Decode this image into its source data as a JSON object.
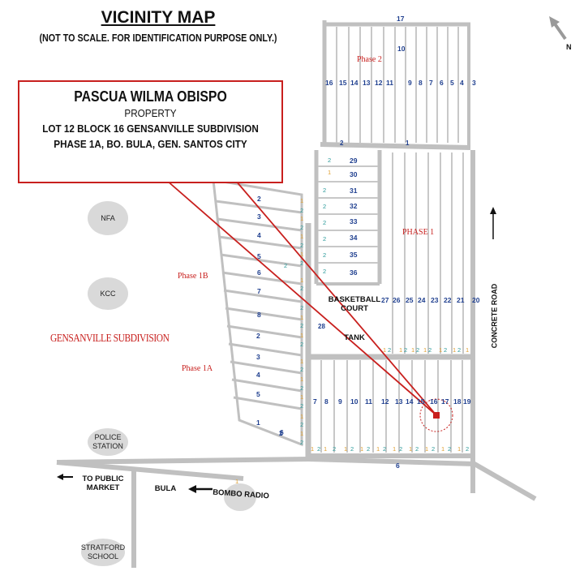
{
  "header": {
    "title": "VICINITY MAP",
    "subtitle": "(NOT TO SCALE. FOR IDENTIFICATION PURPOSE ONLY.)"
  },
  "callout": {
    "owner": "PASCUA WILMA OBISPO",
    "property": "PROPERTY",
    "lot": "LOT  12  BLOCK 16 GENSANVILLE SUBDIVISION",
    "address": "PHASE 1A, BO. BULA,  GEN. SANTOS CITY"
  },
  "north": {
    "label": "N"
  },
  "landmarks": {
    "nfa": "NFA",
    "kcc": "KCC",
    "police_1": "POLICE",
    "police_2": "STATION",
    "school_1": "STRATFORD",
    "school_2": "SCHOOL",
    "bombo": "BOMBO RADIO",
    "market_1": "TO PUBLIC",
    "market_2": "MARKET",
    "bula": "BULA",
    "basketball_1": "BASKETBALL",
    "basketball_2": "COURT",
    "tank": "TANK",
    "concrete_road": "CONCRETE ROAD"
  },
  "areas": {
    "subdivision": "GENSANVILLE SUBDIVISION",
    "phase_2": "Phase 2",
    "phase_1": "PHASE 1",
    "phase_1b": "Phase 1B",
    "phase_1a": "Phase 1A"
  },
  "block_numbers": {
    "phase2_top": "17",
    "phase2_block10": "10",
    "phase2_row": [
      "16",
      "15",
      "14",
      "13",
      "12",
      "11",
      "9",
      "8",
      "7",
      "6",
      "5",
      "4",
      "3"
    ],
    "phase2_bottom_left": "2",
    "phase2_bottom_right": "1",
    "phase1_stack": [
      "29",
      "30",
      "31",
      "32",
      "33",
      "34",
      "35",
      "36"
    ],
    "phase1_row": [
      "27",
      "26",
      "25",
      "24",
      "23",
      "22",
      "21",
      "20"
    ],
    "block_28": "28",
    "phase1b_left": [
      "2",
      "3",
      "4",
      "5",
      "6",
      "7",
      "8"
    ],
    "phase1a_left": [
      "2",
      "3",
      "4",
      "5",
      "1",
      "6"
    ],
    "lower_row": [
      "7",
      "8",
      "9",
      "10",
      "11",
      "12",
      "13",
      "14",
      "15",
      "16",
      "17",
      "18",
      "19"
    ],
    "bottom_block": "6",
    "stray_2": "2"
  },
  "colors": {
    "accent": "#c8201e",
    "block_number": "#1f3f8f",
    "road": "#c0c0c0",
    "landmark": "#d9d9d9"
  }
}
